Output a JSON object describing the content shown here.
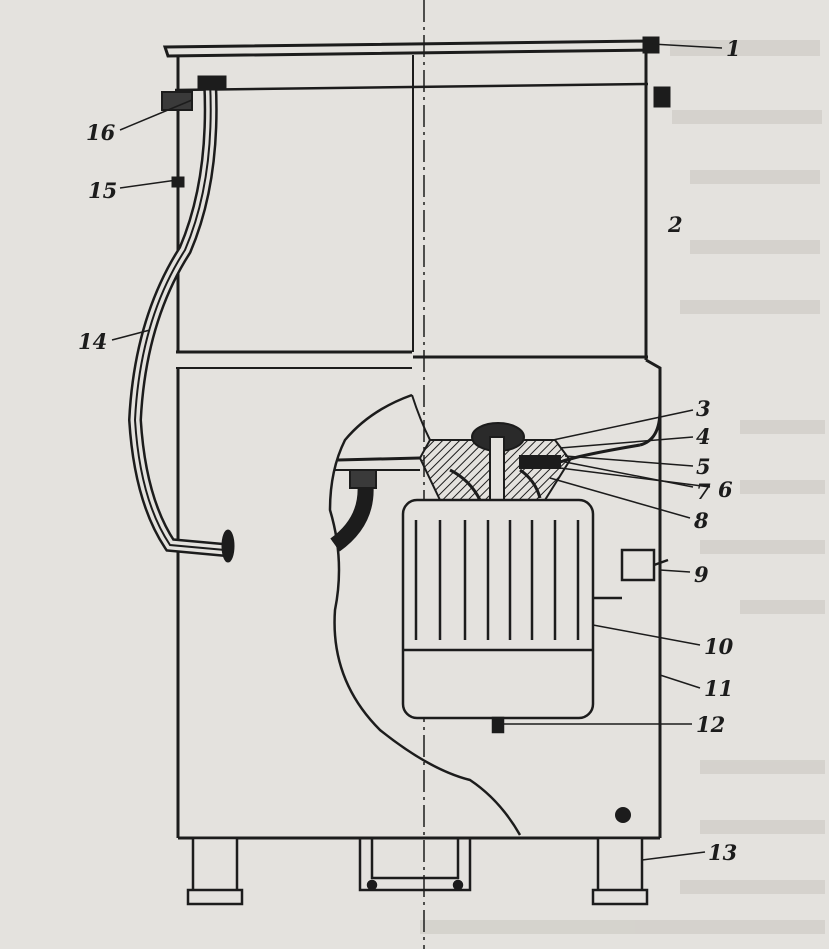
{
  "labels": [
    "1",
    "2",
    "3",
    "4",
    "5",
    "6",
    "7",
    "8",
    "9",
    "10",
    "11",
    "12",
    "13",
    "14",
    "15",
    "16"
  ],
  "colors": {
    "ink": "#1c1c1c",
    "paper": "#e4e2de",
    "shade": "#5a5854"
  }
}
